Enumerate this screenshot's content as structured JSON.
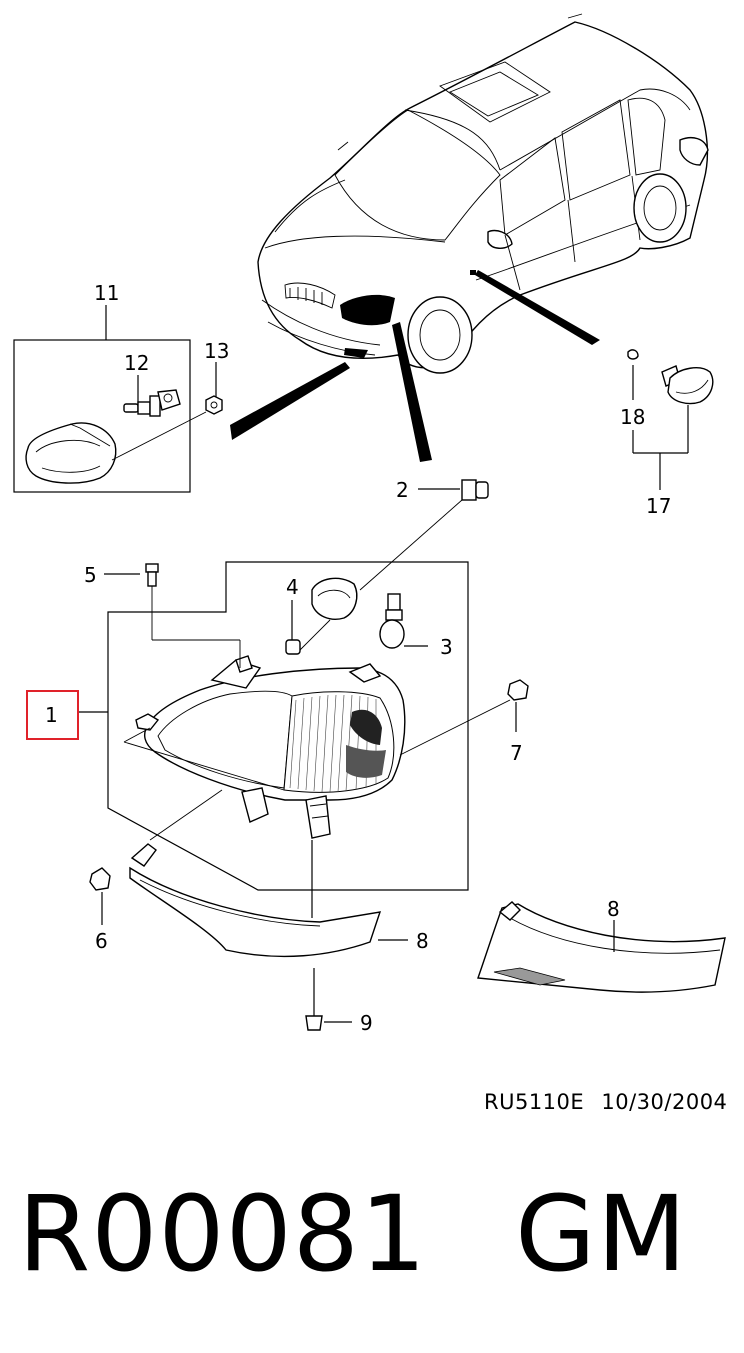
{
  "diagram": {
    "callouts": {
      "c1": "1",
      "c2": "2",
      "c3": "3",
      "c4": "4",
      "c5": "5",
      "c6": "6",
      "c7": "7",
      "c8a": "8",
      "c8b": "8",
      "c9": "9",
      "c11": "11",
      "c12": "12",
      "c13": "13",
      "c17": "17",
      "c18": "18"
    },
    "highlighted_callout": "1",
    "highlight_color": "#e0222a"
  },
  "caption": {
    "code": "RU5110E",
    "date": "10/30/2004"
  },
  "part_number": {
    "code": "R00081",
    "brand": "GM"
  }
}
